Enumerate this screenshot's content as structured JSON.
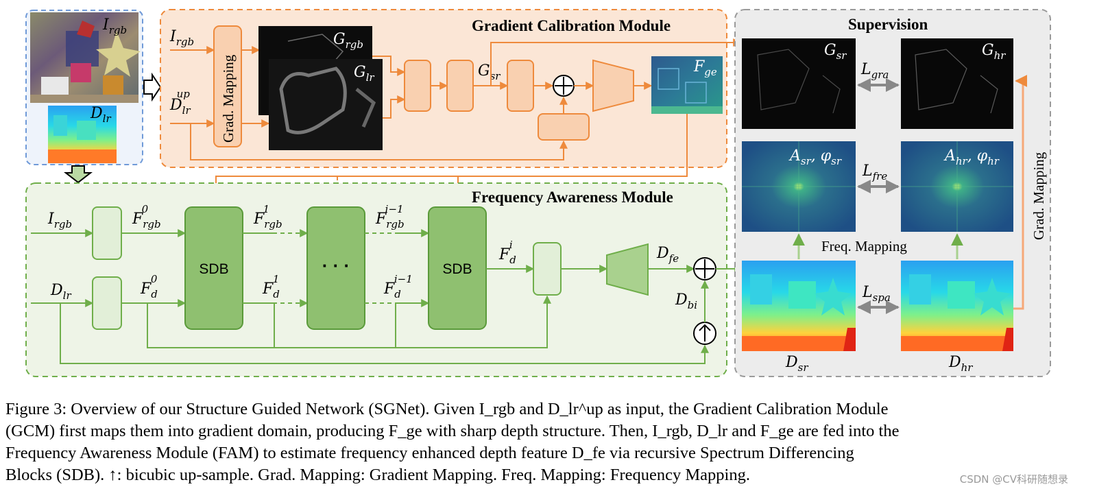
{
  "modules": {
    "gcm_title": "Gradient Calibration Module",
    "fam_title": "Frequency Awareness Module",
    "sup_title": "Supervision"
  },
  "labels": {
    "rgb_img": [
      "I",
      "rgb"
    ],
    "dlr_img": [
      "D",
      "lr"
    ],
    "gcm_irgb": [
      "I",
      "rgb"
    ],
    "gcm_dlrup": [
      "D",
      "lr",
      "up"
    ],
    "grad_mapping": "Grad. Mapping",
    "g_rgb": [
      "G",
      "rgb"
    ],
    "g_lr": [
      "G",
      "lr"
    ],
    "g_sr": [
      "G",
      "sr"
    ],
    "f_ge": [
      "F",
      "ge"
    ],
    "fam_irgb": [
      "I",
      "rgb"
    ],
    "fam_dlr": [
      "D",
      "lr"
    ],
    "f_rgb0": [
      "F",
      "rgb",
      "0"
    ],
    "f_rgb1": [
      "F",
      "rgb",
      "1"
    ],
    "f_rgbi1": [
      "F",
      "rgb",
      "i−1"
    ],
    "f_d0": [
      "F",
      "d",
      "0"
    ],
    "f_d1": [
      "F",
      "d",
      "1"
    ],
    "f_di1": [
      "F",
      "d",
      "i−1"
    ],
    "f_di": [
      "F",
      "d",
      "i"
    ],
    "sdb": "SDB",
    "ellipsis": "· · ·",
    "d_fe": [
      "D",
      "fe"
    ],
    "d_bi": [
      "D",
      "bi"
    ],
    "sup_gsr": [
      "G",
      "sr"
    ],
    "sup_ghr": [
      "G",
      "hr"
    ],
    "l_gra": [
      "L",
      "gra"
    ],
    "a_sr": "A",
    "a_sr_sub": "sr",
    "phi_sr": "φ",
    "phi_sr_sub": "sr",
    "a_hr": "A",
    "a_hr_sub": "hr",
    "phi_hr": "φ",
    "phi_hr_sub": "hr",
    "l_fre": [
      "L",
      "fre"
    ],
    "freq_mapping": "Freq. Mapping",
    "l_spa": [
      "L",
      "spa"
    ],
    "d_sr": [
      "D",
      "sr"
    ],
    "d_hr": [
      "D",
      "hr"
    ],
    "grad_mapping_right": "Grad. Mapping"
  },
  "caption": {
    "line1": "Figure 3: Overview of our Structure Guided Network (SGNet). Given I_rgb and D_lr^up as input, the Gradient Calibration Module",
    "line2": "(GCM) first maps them into gradient domain, producing F_ge with sharp depth structure. Then, I_rgb, D_lr and F_ge are fed into the",
    "line3": "Frequency Awareness Module (FAM) to estimate frequency enhanced depth feature D_fe via recursive Spectrum Differencing",
    "line4": "Blocks (SDB). ↑: bicubic up-sample. Grad. Mapping: Gradient Mapping. Freq. Mapping: Frequency Mapping."
  },
  "watermark": "CSDN @CV科研随想录",
  "colors": {
    "gcm_border": "#ee8a3c",
    "gcm_fill": "#fbe6d6",
    "gcm_block": "#f9d0b0",
    "fam_border": "#6fae4a",
    "fam_fill": "#eef4e7",
    "fam_block": "#8fc070",
    "sup_border": "#9a9a9a",
    "sup_fill": "#ececec",
    "input_border": "#6f9ad8"
  }
}
